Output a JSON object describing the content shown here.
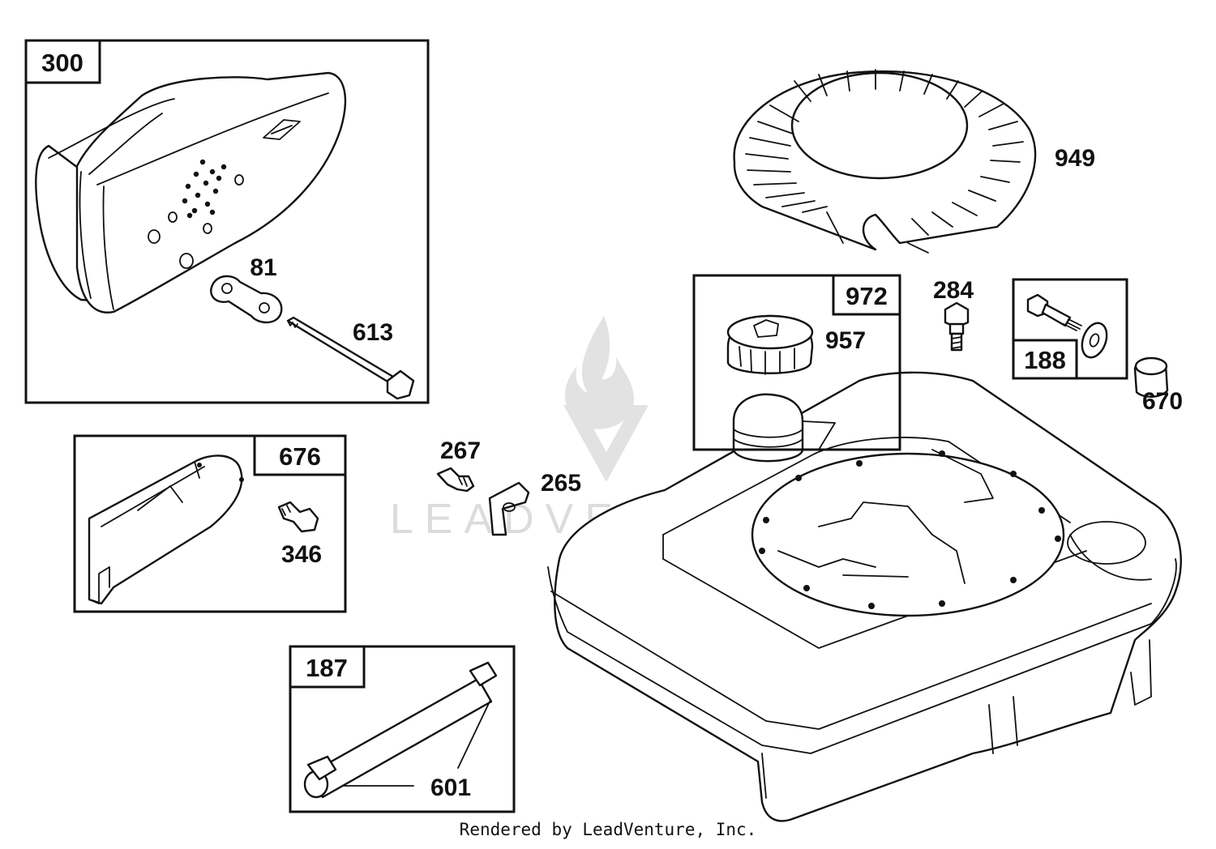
{
  "diagram": {
    "groups": [
      {
        "id": "300",
        "label": "300"
      },
      {
        "id": "676",
        "label": "676"
      },
      {
        "id": "187",
        "label": "187"
      },
      {
        "id": "972",
        "label": "972"
      },
      {
        "id": "188",
        "label": "188"
      }
    ],
    "callouts": [
      {
        "id": "81",
        "label": "81"
      },
      {
        "id": "613",
        "label": "613"
      },
      {
        "id": "346",
        "label": "346"
      },
      {
        "id": "601",
        "label": "601"
      },
      {
        "id": "267",
        "label": "267"
      },
      {
        "id": "265",
        "label": "265"
      },
      {
        "id": "957",
        "label": "957"
      },
      {
        "id": "284",
        "label": "284"
      },
      {
        "id": "670",
        "label": "670"
      },
      {
        "id": "949",
        "label": "949"
      }
    ]
  },
  "watermark": {
    "text": "LEADVENTURE"
  },
  "footer": {
    "text": "Rendered by LeadVenture, Inc."
  },
  "colors": {
    "ink": "#111111",
    "watermark": "#d8d8d8",
    "background": "#ffffff"
  }
}
